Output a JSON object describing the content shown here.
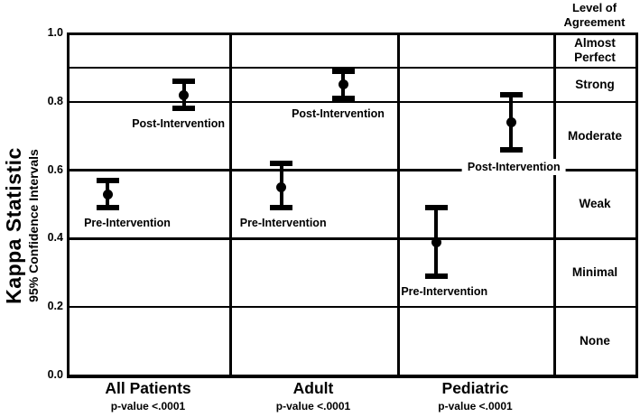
{
  "right_header": {
    "line1": "Level of",
    "line2": "Agreement"
  },
  "chart_data": {
    "type": "errorbar",
    "title": "",
    "ylabel": "Kappa Statistic",
    "ylabel_sub": "95% Confidence Intervals",
    "ylim": [
      0.0,
      1.0
    ],
    "yticks": [
      1.0,
      0.8,
      0.6,
      0.4,
      0.2,
      0.0
    ],
    "ytick_labels": [
      "1.0",
      "0.8",
      "0.6",
      "0.4",
      "0.2",
      "0.0"
    ],
    "gridlines": [
      0.9,
      0.8,
      0.6,
      0.4,
      0.2
    ],
    "legend_position": "right",
    "legend_header": "Level of Agreement",
    "colors": {
      "foreground": "#000000",
      "background": "#ffffff"
    },
    "groups": [
      {
        "label": "All Patients",
        "sublabel": "p-value <.0001",
        "points": [
          {
            "name": "Pre-Intervention",
            "mean": 0.53,
            "ci_low": 0.49,
            "ci_high": 0.57,
            "x_frac": 0.25,
            "label_dx": 22
          },
          {
            "name": "Post-Intervention",
            "mean": 0.82,
            "ci_low": 0.78,
            "ci_high": 0.86,
            "x_frac": 0.72,
            "label_dx": -6
          }
        ]
      },
      {
        "label": "Adult",
        "sublabel": "p-value <.0001",
        "points": [
          {
            "name": "Pre-Intervention",
            "mean": 0.55,
            "ci_low": 0.49,
            "ci_high": 0.62,
            "x_frac": 0.31,
            "label_dx": 2
          },
          {
            "name": "Post-Intervention",
            "mean": 0.85,
            "ci_low": 0.81,
            "ci_high": 0.89,
            "x_frac": 0.68,
            "label_dx": -6
          }
        ]
      },
      {
        "label": "Pediatric",
        "sublabel": "p-value <.0001",
        "points": [
          {
            "name": "Pre-Intervention",
            "mean": 0.39,
            "ci_low": 0.29,
            "ci_high": 0.49,
            "x_frac": 0.25,
            "label_dx": 9
          },
          {
            "name": "Post-Intervention",
            "mean": 0.74,
            "ci_low": 0.66,
            "ci_high": 0.82,
            "x_frac": 0.73,
            "label_dx": 3
          }
        ]
      }
    ],
    "agreement_levels": [
      {
        "label": "Almost Perfect",
        "range": [
          0.9,
          1.0
        ]
      },
      {
        "label": "Strong",
        "range": [
          0.8,
          0.9
        ]
      },
      {
        "label": "Moderate",
        "range": [
          0.6,
          0.8
        ]
      },
      {
        "label": "Weak",
        "range": [
          0.4,
          0.6
        ]
      },
      {
        "label": "Minimal",
        "range": [
          0.2,
          0.4
        ]
      },
      {
        "label": "None",
        "range": [
          0.0,
          0.2
        ]
      }
    ]
  }
}
